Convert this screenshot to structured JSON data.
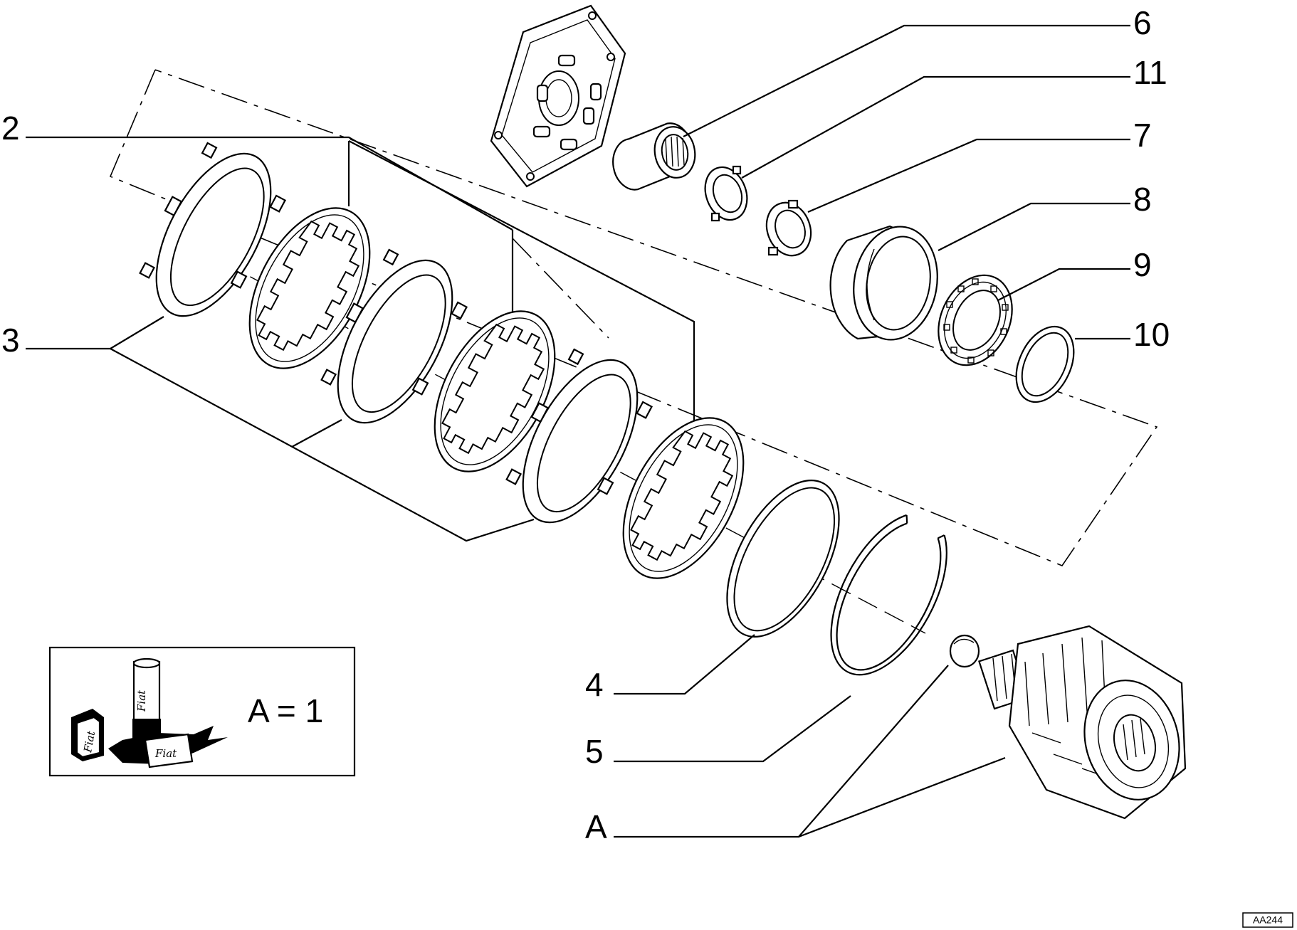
{
  "diagram": {
    "callouts": [
      {
        "key": "c6",
        "label": "6"
      },
      {
        "key": "c11",
        "label": "11"
      },
      {
        "key": "c7",
        "label": "7"
      },
      {
        "key": "c8",
        "label": "8"
      },
      {
        "key": "c9",
        "label": "9"
      },
      {
        "key": "c10",
        "label": "10"
      },
      {
        "key": "c2",
        "label": "2"
      },
      {
        "key": "c3",
        "label": "3"
      },
      {
        "key": "c4",
        "label": "4"
      },
      {
        "key": "c5",
        "label": "5"
      },
      {
        "key": "cA",
        "label": "A"
      }
    ],
    "legend": {
      "equation": "A = 1",
      "brand_label": "Fiat"
    },
    "reference_code": "AA244"
  }
}
